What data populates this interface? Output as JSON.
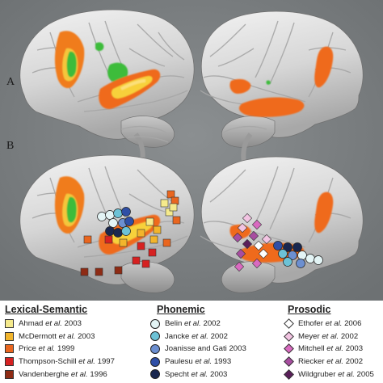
{
  "panel_labels": {
    "a": "A",
    "b": "B"
  },
  "legend": {
    "lexical": {
      "title": "Lexical-Semantic",
      "items": [
        {
          "author": "Ahmad",
          "etal": "et al.",
          "year": "2003",
          "color": "#f5ea8c"
        },
        {
          "author": "McDermott",
          "etal": "et al.",
          "year": "2003",
          "color": "#f2b52c"
        },
        {
          "author": "Price",
          "etal": "et al.",
          "year": "1999",
          "color": "#e9661f"
        },
        {
          "author": "Thompson-Schill",
          "etal": "et al.",
          "year": "1997",
          "color": "#d62121"
        },
        {
          "author": "Vandenberghe",
          "etal": "et al.",
          "year": "1996",
          "color": "#8e2b14"
        }
      ]
    },
    "phonemic": {
      "title": "Phonemic",
      "items": [
        {
          "author": "Belin",
          "etal": "et al.",
          "year": "2002",
          "color": "#e3f4f5"
        },
        {
          "author": "Jancke",
          "etal": "et al.",
          "year": "2002",
          "color": "#6cc2d6"
        },
        {
          "author": "Joanisse and Gati 2003",
          "etal": "",
          "year": "",
          "color": "#6c8fd0"
        },
        {
          "author": "Paulesu",
          "etal": "et al.",
          "year": "1993",
          "color": "#2f4fa6"
        },
        {
          "author": "Specht",
          "etal": "et al.",
          "year": "2003",
          "color": "#19274f"
        }
      ]
    },
    "prosodic": {
      "title": "Prosodic",
      "items": [
        {
          "author": "Ethofer",
          "etal": "et al.",
          "year": "2006",
          "color": "#ffffff"
        },
        {
          "author": "Meyer",
          "etal": "et al.",
          "year": "2002",
          "color": "#f2c4e2"
        },
        {
          "author": "Mitchell",
          "etal": "et al.",
          "year": "2003",
          "color": "#d96ac0"
        },
        {
          "author": "Riecker",
          "etal": "et al.",
          "year": "2002",
          "color": "#a84da0"
        },
        {
          "author": "Wildgruber",
          "etal": "et al.",
          "year": "2005",
          "color": "#5a1f5a"
        }
      ]
    }
  },
  "colors": {
    "background": "#7f8385",
    "activation_hot": "#f07b1e",
    "activation_core": "#f7d13a",
    "activation_green": "#3cbc3a"
  }
}
